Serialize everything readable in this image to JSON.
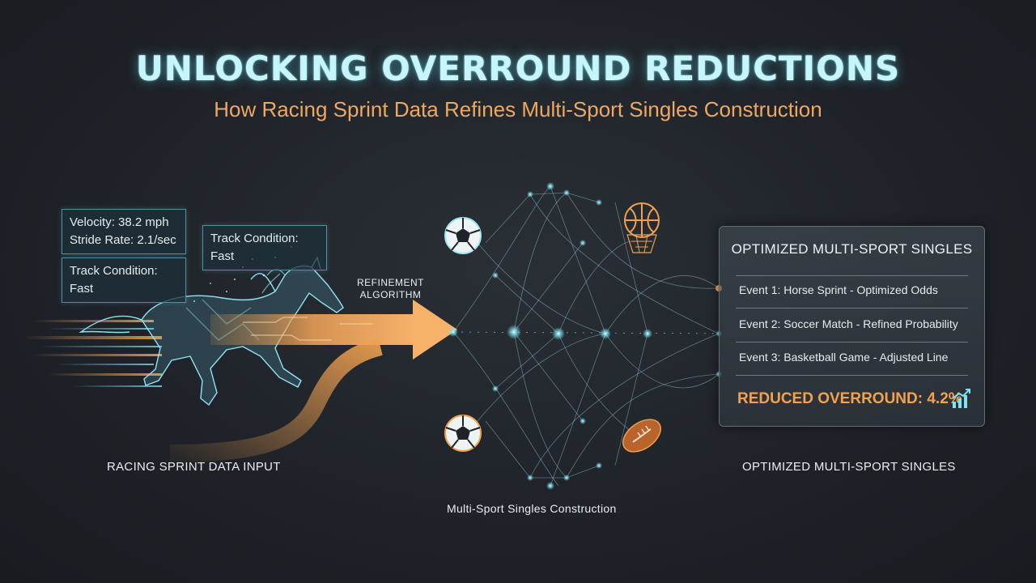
{
  "header": {
    "title": "UNLOCKING OVERROUND REDUCTIONS",
    "subtitle": "How Racing Sprint Data Refines Multi-Sport Singles Construction"
  },
  "input_stats": [
    {
      "line1": "Velocity: 38.2 mph",
      "line2": "Stride Rate: 2.1/sec"
    },
    {
      "line1": "Track Condition: Fast"
    },
    {
      "line1": "Track Condition: Fast"
    }
  ],
  "algorithm": {
    "line1": "REFINEMENT",
    "line2": "ALGORITHM"
  },
  "panel": {
    "title": "OPTIMIZED MULTI-SPORT SINGLES",
    "events": [
      "Event 1: Horse Sprint - Optimized Odds",
      "Event 2: Soccer Match - Refined Probability",
      "Event 3: Basketball Game - Adjusted Line"
    ],
    "result": "REDUCED OVERROUND: 4.2%"
  },
  "captions": {
    "left": "RACING SPRINT DATA INPUT",
    "middle": "Multi-Sport Singles Construction",
    "right": "OPTIMIZED MULTI-SPORT SINGLES"
  },
  "colors": {
    "accent_orange": "#f2a24f",
    "accent_cyan": "#7fe3f2",
    "background": "#1f2329"
  },
  "icons": [
    "horse-wireframe-icon",
    "soccer-ball-icon",
    "basketball-icon",
    "american-football-icon",
    "trend-up-icon"
  ]
}
